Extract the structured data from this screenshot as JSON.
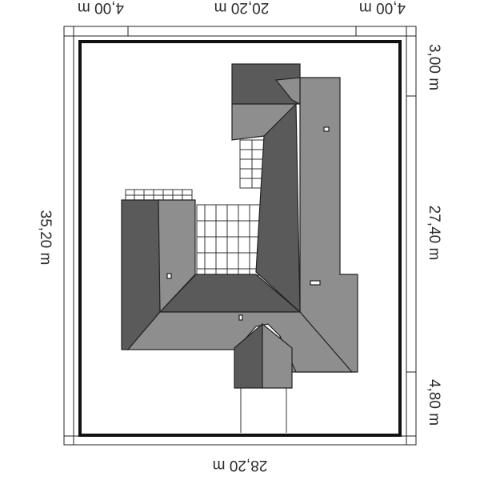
{
  "dimensions": {
    "top_left": "4,00 m",
    "top_middle": "20,20 m",
    "top_right": "4,00 m",
    "right_top": "3,00 m",
    "right_middle": "27,40 m",
    "right_bottom": "4,80 m",
    "left": "35,20 m",
    "bottom": "28,20 m"
  },
  "colors": {
    "roof_dark": "#5a5a5a",
    "roof_light": "#8e8e8e",
    "plot_border": "#111111",
    "line": "#222222"
  }
}
